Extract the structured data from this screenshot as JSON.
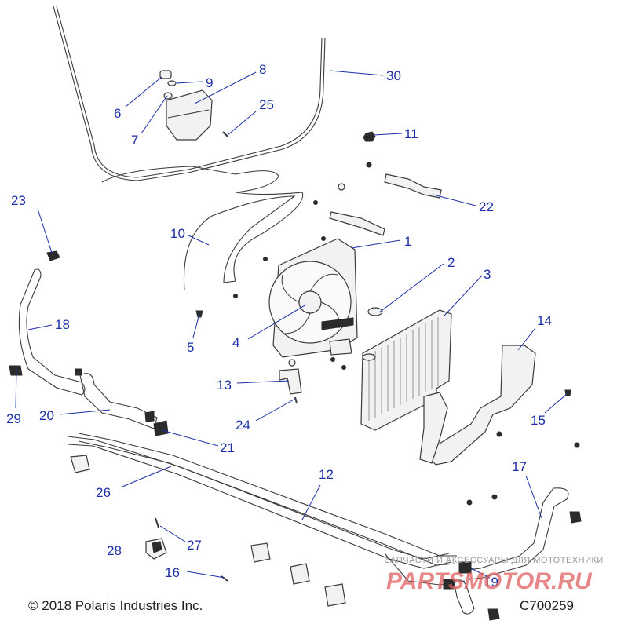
{
  "callouts": [
    {
      "id": "1",
      "label": "1"
    },
    {
      "id": "2",
      "label": "2"
    },
    {
      "id": "3",
      "label": "3"
    },
    {
      "id": "4",
      "label": "4"
    },
    {
      "id": "5",
      "label": "5"
    },
    {
      "id": "6",
      "label": "6"
    },
    {
      "id": "7",
      "label": "7"
    },
    {
      "id": "8",
      "label": "8"
    },
    {
      "id": "9",
      "label": "9"
    },
    {
      "id": "10",
      "label": "10"
    },
    {
      "id": "11",
      "label": "11"
    },
    {
      "id": "12",
      "label": "12"
    },
    {
      "id": "13",
      "label": "13"
    },
    {
      "id": "14",
      "label": "14"
    },
    {
      "id": "15",
      "label": "15"
    },
    {
      "id": "16",
      "label": "16"
    },
    {
      "id": "17",
      "label": "17"
    },
    {
      "id": "18",
      "label": "18"
    },
    {
      "id": "19",
      "label": "19"
    },
    {
      "id": "20",
      "label": "20"
    },
    {
      "id": "21",
      "label": "21"
    },
    {
      "id": "22",
      "label": "22"
    },
    {
      "id": "23",
      "label": "23"
    },
    {
      "id": "24",
      "label": "24"
    },
    {
      "id": "25",
      "label": "25"
    },
    {
      "id": "26",
      "label": "26"
    },
    {
      "id": "27",
      "label": "27"
    },
    {
      "id": "28",
      "label": "28"
    },
    {
      "id": "29",
      "label": "29"
    },
    {
      "id": "30",
      "label": "30"
    }
  ],
  "footer": {
    "copyright": "© 2018 Polaris Industries Inc.",
    "diagram_code": "C700259"
  },
  "watermark": {
    "tagline": "ЗАПЧАСТИ И АКСЕССУАРЫ ДЛЯ МОТОТЕХНИКИ",
    "logo": "PARTSMOTOR.RU"
  },
  "colors": {
    "callout": "#1a2fa8",
    "line_art": "#3a3a3a",
    "watermark_logo": "#e06060"
  }
}
